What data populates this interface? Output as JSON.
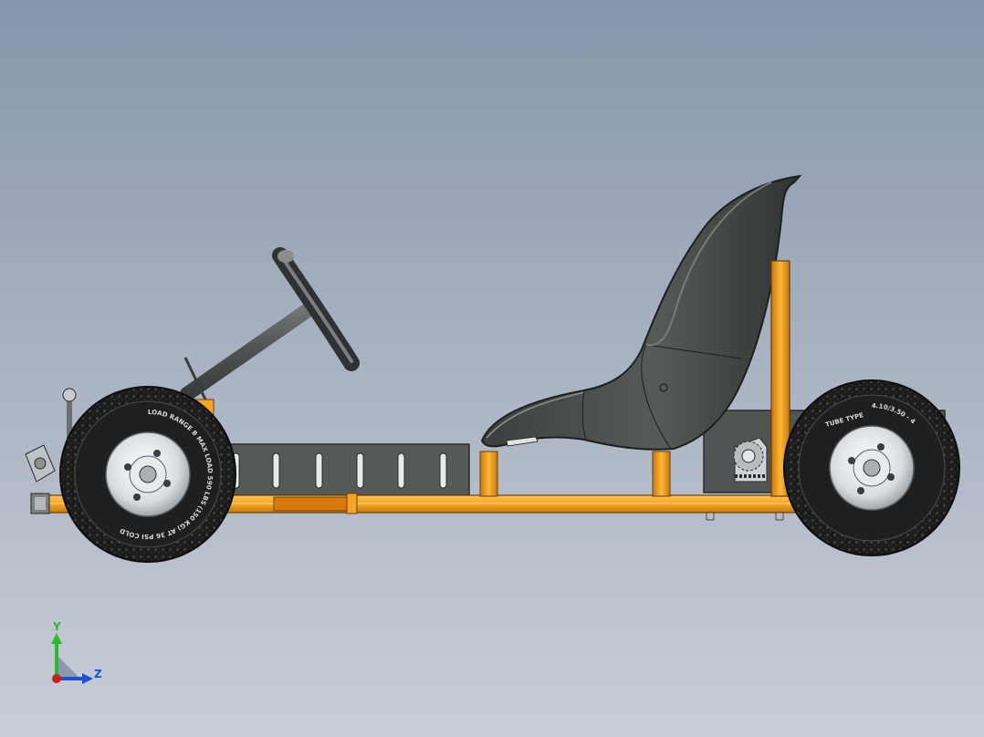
{
  "viewport": {
    "background_top": "#8796ab",
    "background_bottom": "#c8ced8"
  },
  "model": {
    "frame_color": "#f5a623",
    "seat_color": "#4a4f4b",
    "tire_color": "#1e1f1e",
    "rim_color": "#e8eaec",
    "tire_sidewall_text": "LOAD RANGE B MAX LOAD 590 LBS (150 KG) AT 36 PSI COLD",
    "tire_size_text": "4.10/3.50 - 4",
    "tire_type_text": "TUBE TYPE"
  },
  "triad": {
    "y_label": "Y",
    "z_label": "Z",
    "y_color": "#2fb82f",
    "z_color": "#1f4fd6",
    "origin_color": "#d21c1c"
  }
}
